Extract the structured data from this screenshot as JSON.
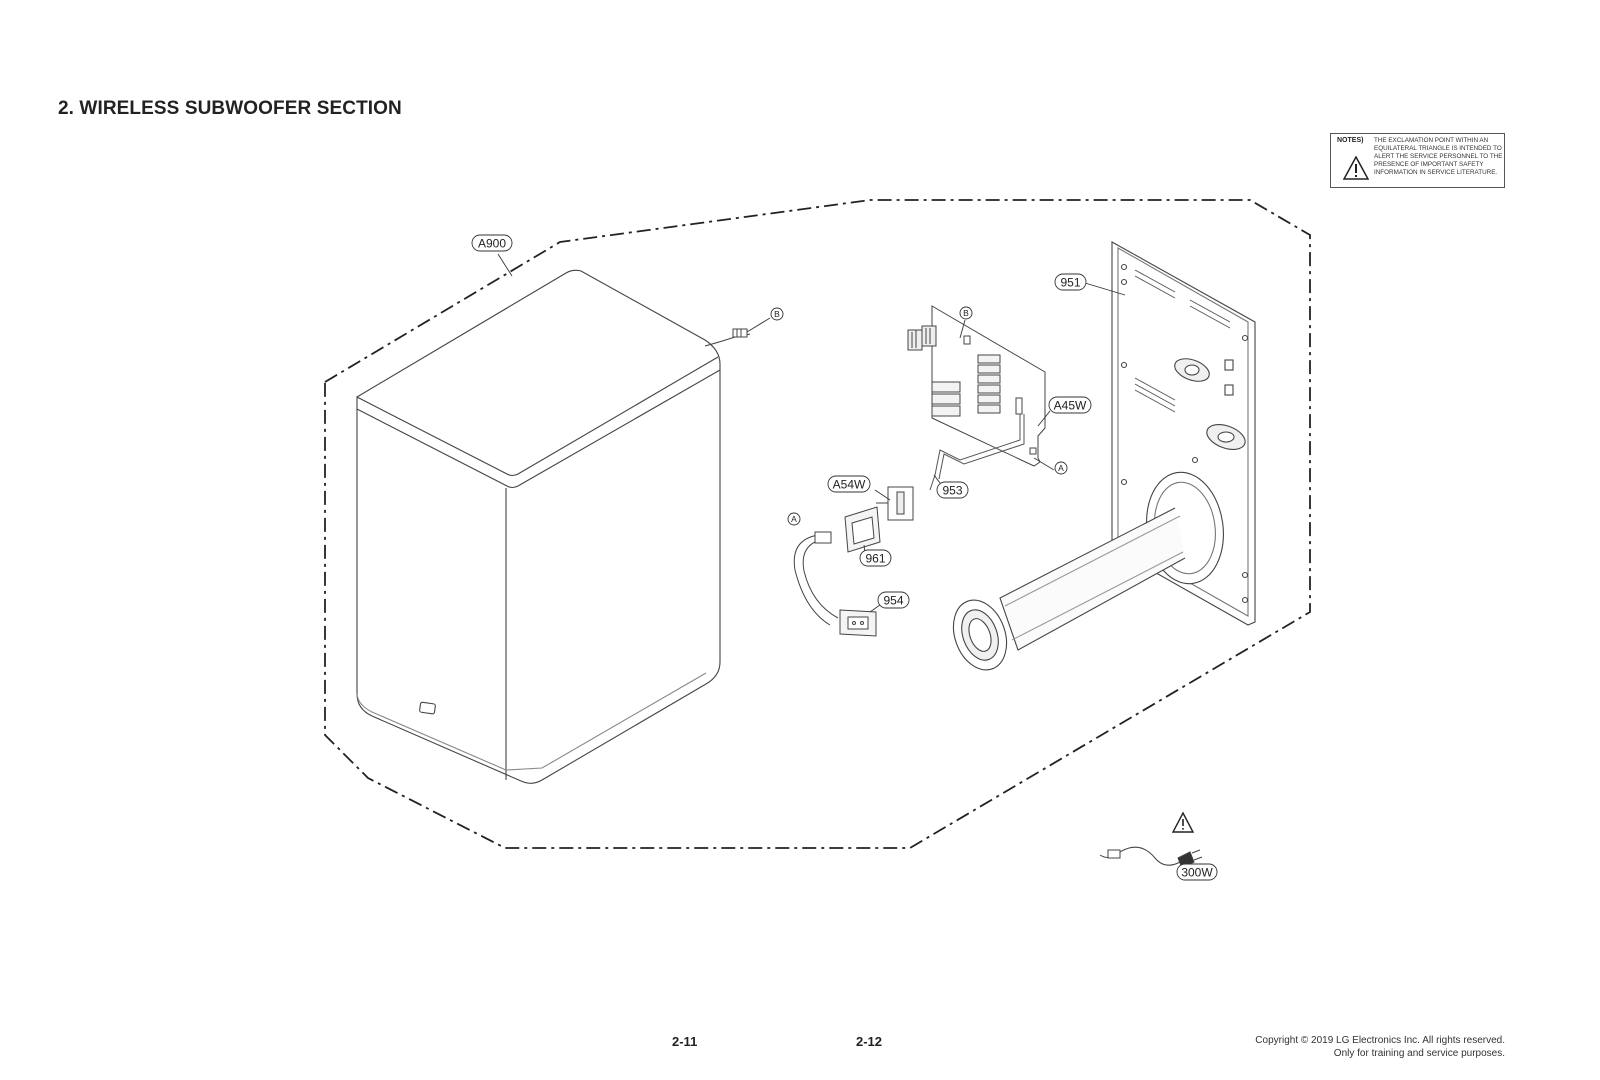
{
  "header": {
    "title": "2. WIRELESS SUBWOOFER SECTION"
  },
  "notes": {
    "label": "NOTES)",
    "text": "THE EXCLAMATION POINT WITHIN AN EQUILATERAL TRIANGLE IS INTENDED TO ALERT THE SERVICE PERSONNEL TO THE PRESENCE OF IMPORTANT SAFETY INFORMATION IN SERVICE LITERATURE.",
    "icon": "warning-triangle-icon"
  },
  "callouts": {
    "a900": "A900",
    "p951": "951",
    "a45w": "A45W",
    "a54w": "A54W",
    "p953": "953",
    "p961": "961",
    "p954": "954",
    "p300w": "300W"
  },
  "connectors": {
    "a": "A",
    "b": "B"
  },
  "footer": {
    "page_left": "2-11",
    "page_right": "2-12",
    "copyright_line1": "Copyright © 2019 LG Electronics Inc. All rights reserved.",
    "copyright_line2": "Only for training and service purposes."
  }
}
